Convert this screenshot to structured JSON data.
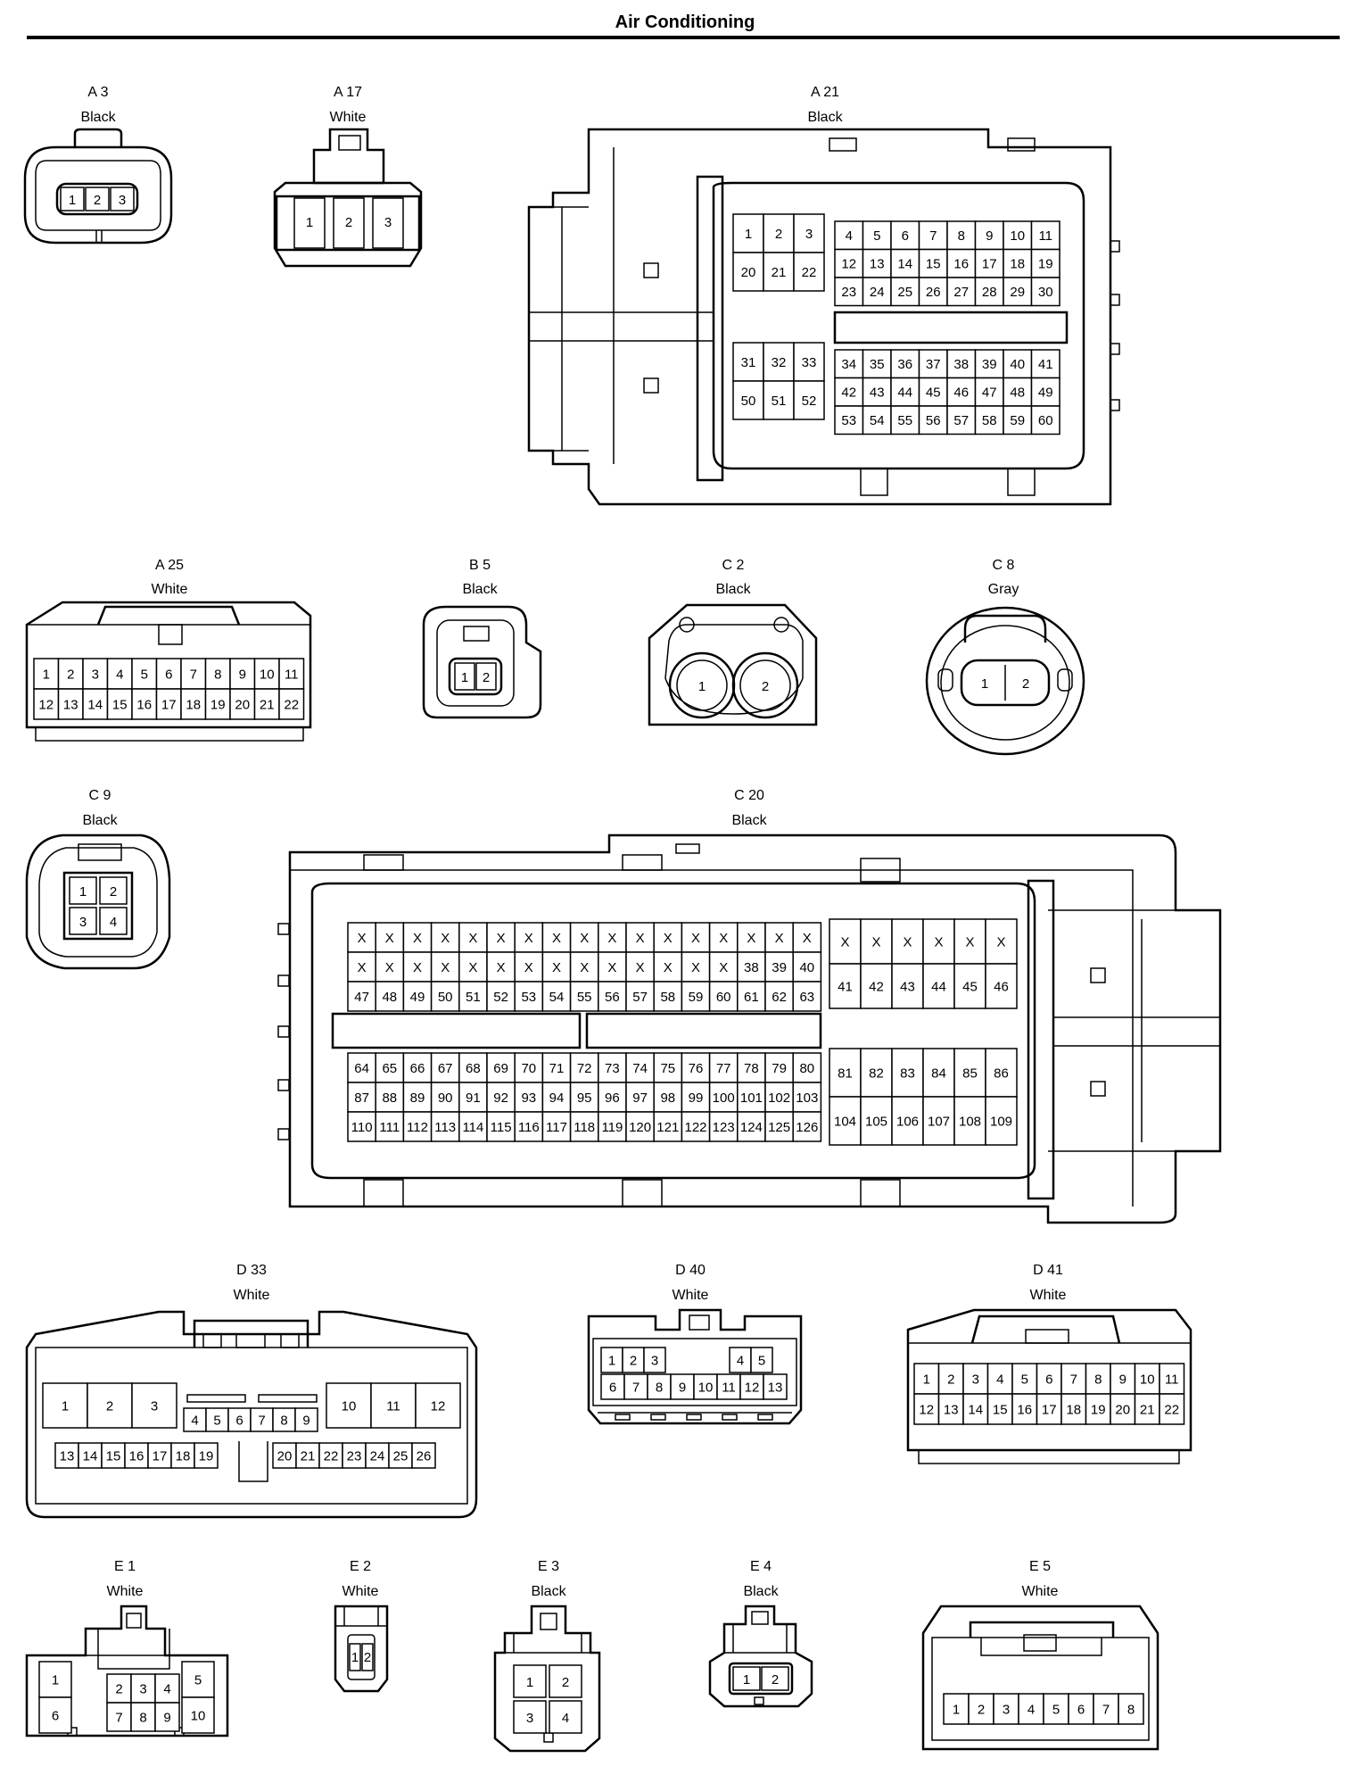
{
  "title": "Air Conditioning",
  "connectors": [
    {
      "id": "A 3",
      "color": "Black",
      "pins": [
        "1",
        "2",
        "3"
      ]
    },
    {
      "id": "A 17",
      "color": "White",
      "pins": [
        "1",
        "2",
        "3"
      ]
    },
    {
      "id": "A 21",
      "color": "Black",
      "pins_top": [
        [
          "1",
          "2",
          "3"
        ],
        [
          "20",
          "21",
          "22"
        ]
      ],
      "pins_top_right": [
        [
          "4",
          "5",
          "6",
          "7",
          "8",
          "9",
          "10",
          "11"
        ],
        [
          "12",
          "13",
          "14",
          "15",
          "16",
          "17",
          "18",
          "19"
        ],
        [
          "23",
          "24",
          "25",
          "26",
          "27",
          "28",
          "29",
          "30"
        ]
      ],
      "pins_bottom": [
        [
          "31",
          "32",
          "33"
        ],
        [
          "50",
          "51",
          "52"
        ]
      ],
      "pins_bottom_right": [
        [
          "34",
          "35",
          "36",
          "37",
          "38",
          "39",
          "40",
          "41"
        ],
        [
          "42",
          "43",
          "44",
          "45",
          "46",
          "47",
          "48",
          "49"
        ],
        [
          "53",
          "54",
          "55",
          "56",
          "57",
          "58",
          "59",
          "60"
        ]
      ]
    },
    {
      "id": "A 25",
      "color": "White",
      "pins": [
        [
          "1",
          "2",
          "3",
          "4",
          "5",
          "6",
          "7",
          "8",
          "9",
          "10",
          "11"
        ],
        [
          "12",
          "13",
          "14",
          "15",
          "16",
          "17",
          "18",
          "19",
          "20",
          "21",
          "22"
        ]
      ]
    },
    {
      "id": "B 5",
      "color": "Black",
      "pins": [
        "1",
        "2"
      ]
    },
    {
      "id": "C 2",
      "color": "Black",
      "pins": [
        "1",
        "2"
      ]
    },
    {
      "id": "C 8",
      "color": "Gray",
      "pins": [
        "1",
        "2"
      ]
    },
    {
      "id": "C 9",
      "color": "Black",
      "pins": [
        [
          "1",
          "2"
        ],
        [
          "3",
          "4"
        ]
      ]
    },
    {
      "id": "C 20",
      "color": "Black",
      "pins_top_left": [
        [
          "X",
          "X",
          "X",
          "X",
          "X",
          "X",
          "X",
          "X",
          "X",
          "X",
          "X",
          "X",
          "X",
          "X",
          "X",
          "X",
          "X"
        ],
        [
          "X",
          "X",
          "X",
          "X",
          "X",
          "X",
          "X",
          "X",
          "X",
          "X",
          "X",
          "X",
          "X",
          "X",
          "38",
          "39",
          "40"
        ],
        [
          "47",
          "48",
          "49",
          "50",
          "51",
          "52",
          "53",
          "54",
          "55",
          "56",
          "57",
          "58",
          "59",
          "60",
          "61",
          "62",
          "63"
        ]
      ],
      "pins_top_right": [
        [
          "X",
          "X",
          "X",
          "X",
          "X",
          "X"
        ],
        [
          "41",
          "42",
          "43",
          "44",
          "45",
          "46"
        ]
      ],
      "pins_bottom_left": [
        [
          "64",
          "65",
          "66",
          "67",
          "68",
          "69",
          "70",
          "71",
          "72",
          "73",
          "74",
          "75",
          "76",
          "77",
          "78",
          "79",
          "80"
        ],
        [
          "87",
          "88",
          "89",
          "90",
          "91",
          "92",
          "93",
          "94",
          "95",
          "96",
          "97",
          "98",
          "99",
          "100",
          "101",
          "102",
          "103"
        ],
        [
          "110",
          "111",
          "112",
          "113",
          "114",
          "115",
          "116",
          "117",
          "118",
          "119",
          "120",
          "121",
          "122",
          "123",
          "124",
          "125",
          "126"
        ]
      ],
      "pins_bottom_right": [
        [
          "81",
          "82",
          "83",
          "84",
          "85",
          "86"
        ],
        [
          "104",
          "105",
          "106",
          "107",
          "108",
          "109"
        ]
      ]
    },
    {
      "id": "D 33",
      "color": "White",
      "pins_big_left": [
        "1",
        "2",
        "3"
      ],
      "pins_mid": [
        "4",
        "5",
        "6",
        "7",
        "8",
        "9"
      ],
      "pins_big_right": [
        "10",
        "11",
        "12"
      ],
      "pins_bottom_left": [
        "13",
        "14",
        "15",
        "16",
        "17",
        "18",
        "19"
      ],
      "pins_bottom_right": [
        "20",
        "21",
        "22",
        "23",
        "24",
        "25",
        "26"
      ]
    },
    {
      "id": "D 40",
      "color": "White",
      "pins_top_left": [
        "1",
        "2",
        "3"
      ],
      "pins_top_right": [
        "4",
        "5"
      ],
      "pins_bottom": [
        "6",
        "7",
        "8",
        "9",
        "10",
        "11",
        "12",
        "13"
      ]
    },
    {
      "id": "D 41",
      "color": "White",
      "pins": [
        [
          "1",
          "2",
          "3",
          "4",
          "5",
          "6",
          "7",
          "8",
          "9",
          "10",
          "11"
        ],
        [
          "12",
          "13",
          "14",
          "15",
          "16",
          "17",
          "18",
          "19",
          "20",
          "21",
          "22"
        ]
      ]
    },
    {
      "id": "E 1",
      "color": "White",
      "pins_left": [
        "1",
        "6"
      ],
      "pins_center": [
        [
          "2",
          "3",
          "4"
        ],
        [
          "7",
          "8",
          "9"
        ]
      ],
      "pins_right": [
        "5",
        "10"
      ]
    },
    {
      "id": "E 2",
      "color": "White",
      "pins": [
        "1",
        "2"
      ]
    },
    {
      "id": "E 3",
      "color": "Black",
      "pins": [
        [
          "1",
          "2"
        ],
        [
          "3",
          "4"
        ]
      ]
    },
    {
      "id": "E 4",
      "color": "Black",
      "pins": [
        "1",
        "2"
      ]
    },
    {
      "id": "E 5",
      "color": "White",
      "pins": [
        "1",
        "2",
        "3",
        "4",
        "5",
        "6",
        "7",
        "8"
      ]
    }
  ]
}
